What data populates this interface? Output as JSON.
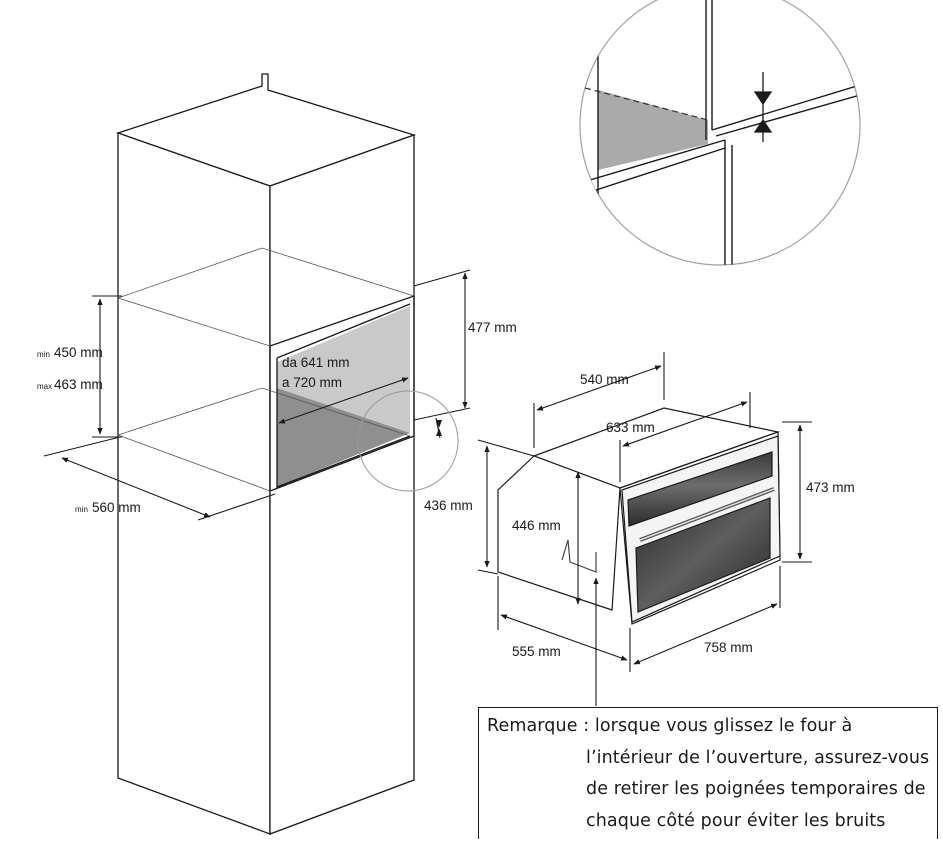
{
  "dimensions": {
    "cabinet_height_min_prefix": "min",
    "cabinet_height_min_value": "450 mm",
    "cabinet_height_max_prefix": "max",
    "cabinet_height_max_value": "463 mm",
    "cabinet_width_prefix": "min",
    "cabinet_width_value": "560 mm",
    "cabinet_depth_line1": "da 641 mm",
    "cabinet_depth_line2": "a 720 mm",
    "front_opening_height": "477 mm",
    "oven_depth_top": "540 mm",
    "oven_width_top": "633 mm",
    "oven_front_height": "473 mm",
    "oven_side_height": "436 mm",
    "oven_body_height": "446 mm",
    "oven_side_depth": "555 mm",
    "oven_front_width": "758 mm"
  },
  "note": {
    "line1": "Remarque : lorsque vous glissez le four à",
    "line2": "l’intérieur de l’ouverture, assurez-vous",
    "line3": "de retirer les poignées temporaires de",
    "line4": "chaque côté pour éviter les bruits"
  }
}
